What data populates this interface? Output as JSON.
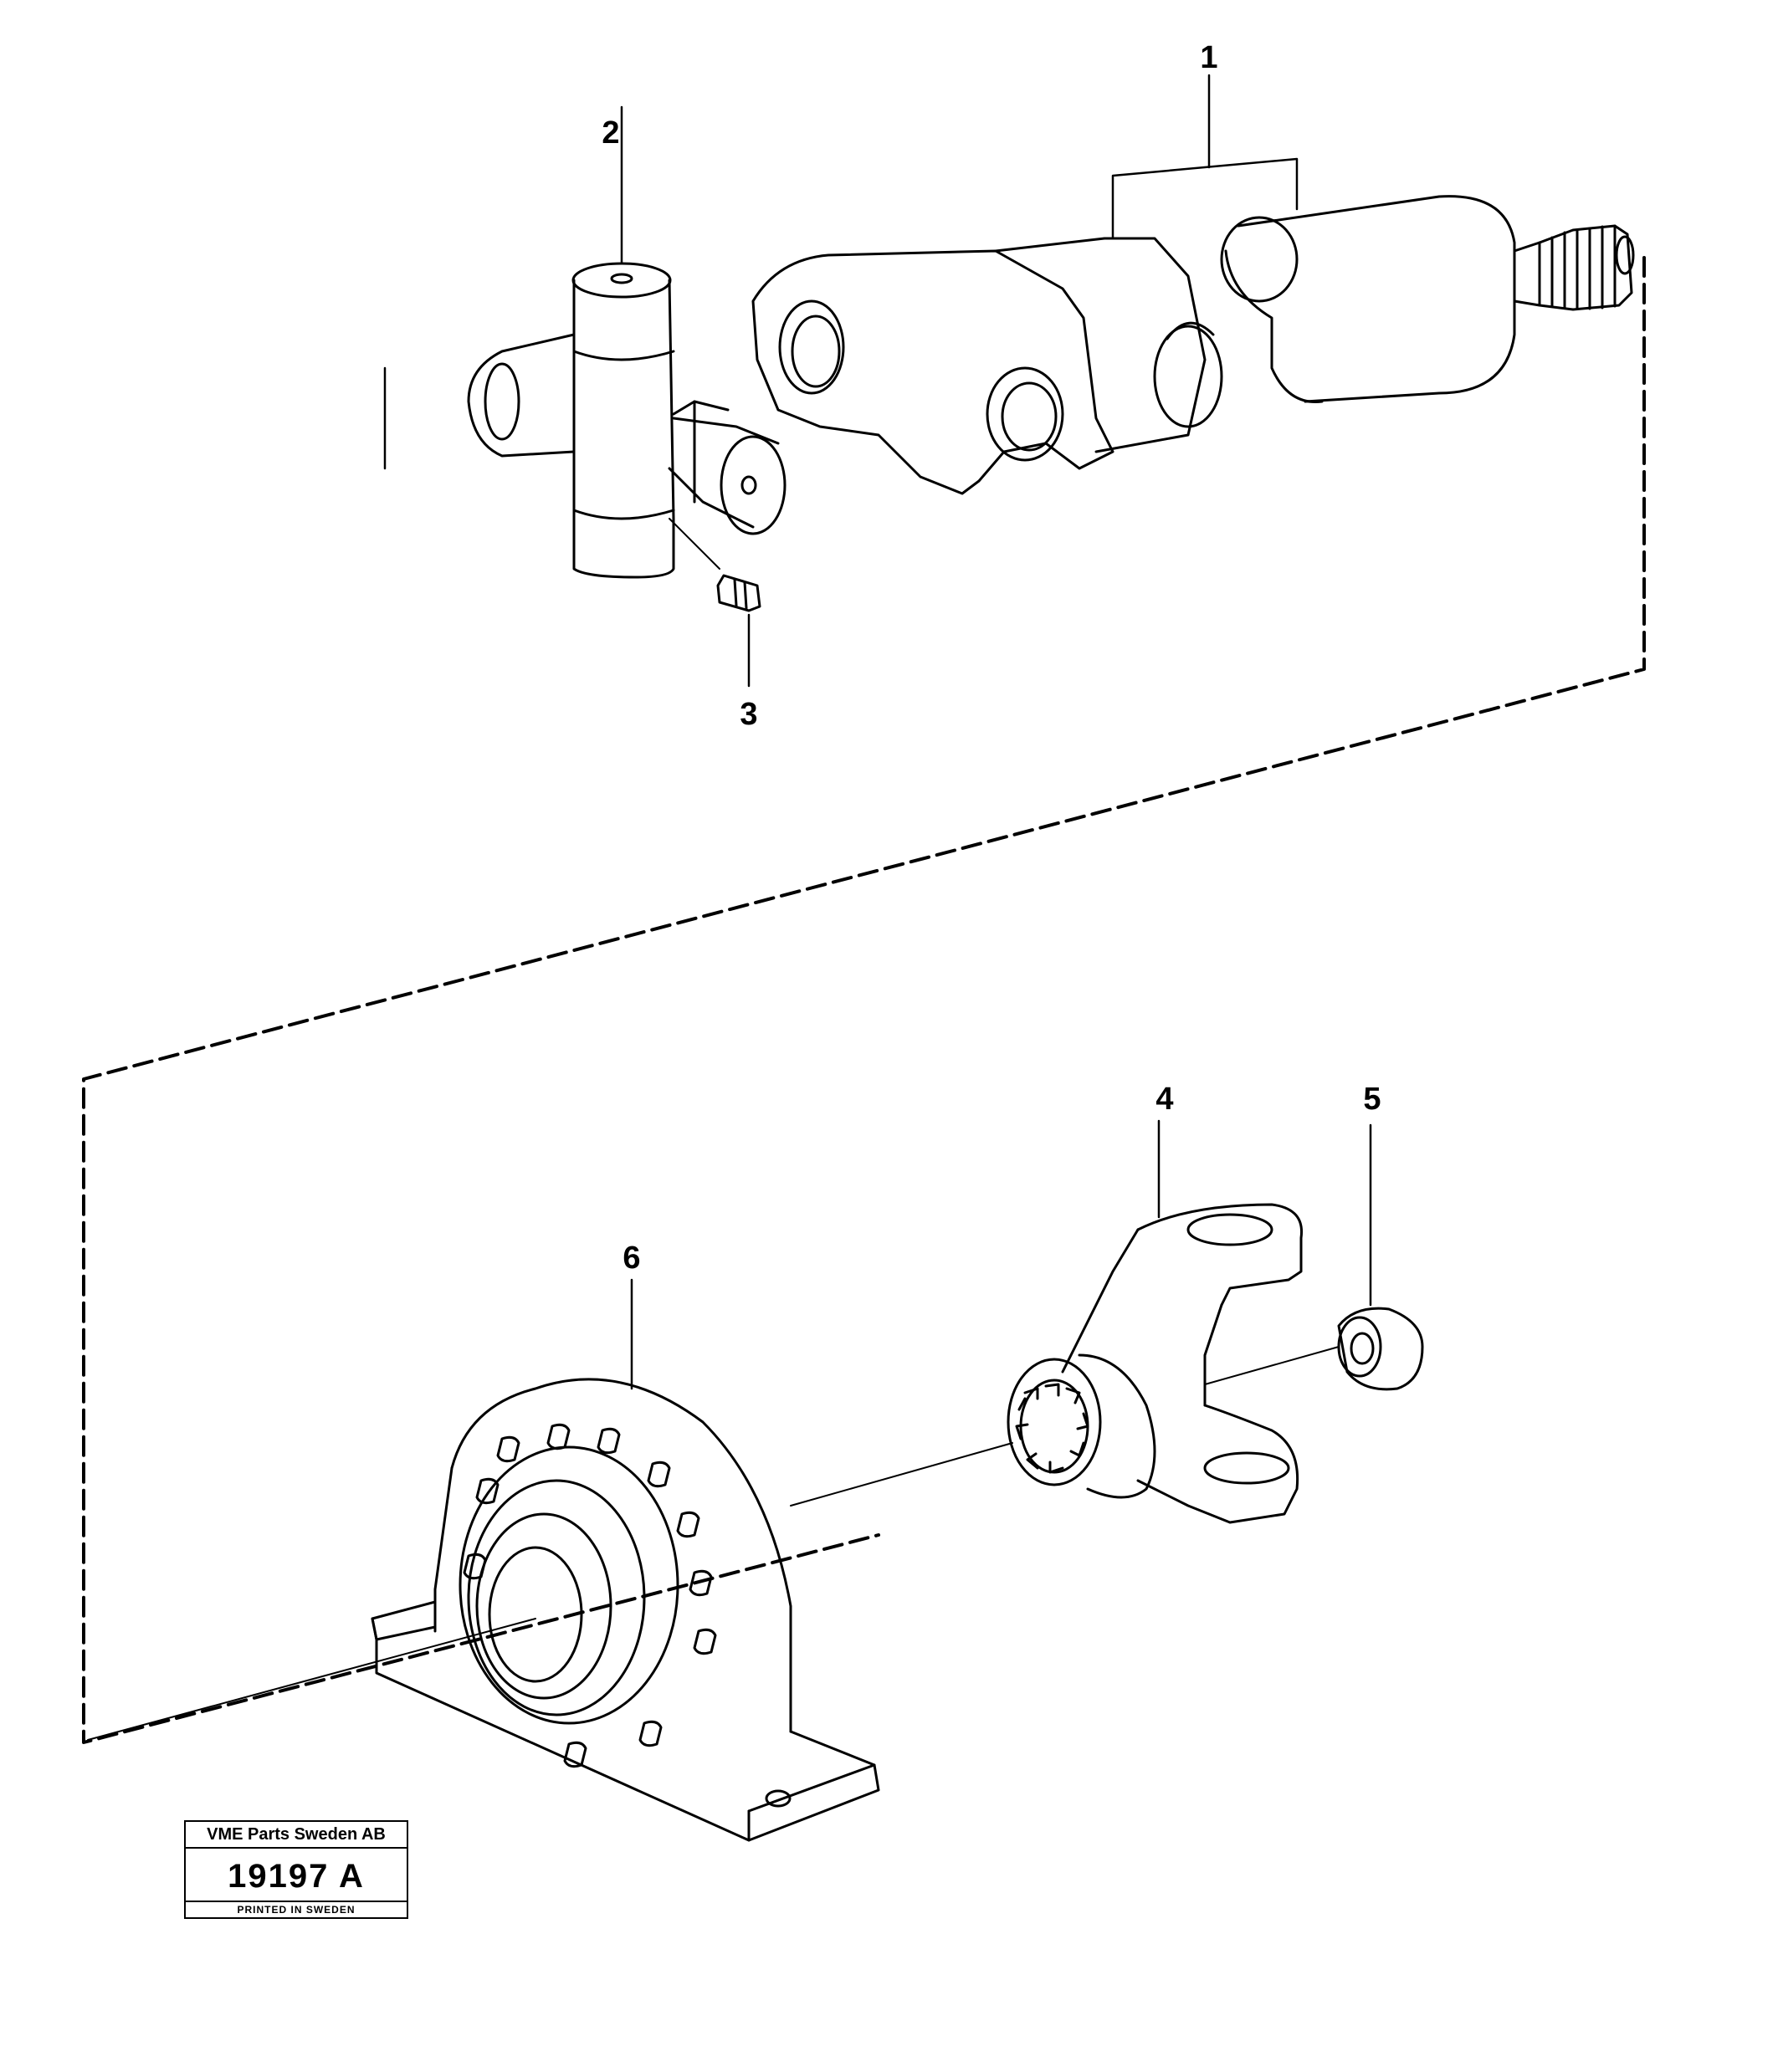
{
  "callouts": [
    {
      "id": "1",
      "label": "1"
    },
    {
      "id": "2",
      "label": "2"
    },
    {
      "id": "3",
      "label": "3"
    },
    {
      "id": "4",
      "label": "4"
    },
    {
      "id": "5",
      "label": "5"
    },
    {
      "id": "6",
      "label": "6"
    }
  ],
  "stamp": {
    "company": "VME Parts Sweden AB",
    "document_number": "19197 A",
    "printed": "PRINTED IN SWEDEN"
  }
}
